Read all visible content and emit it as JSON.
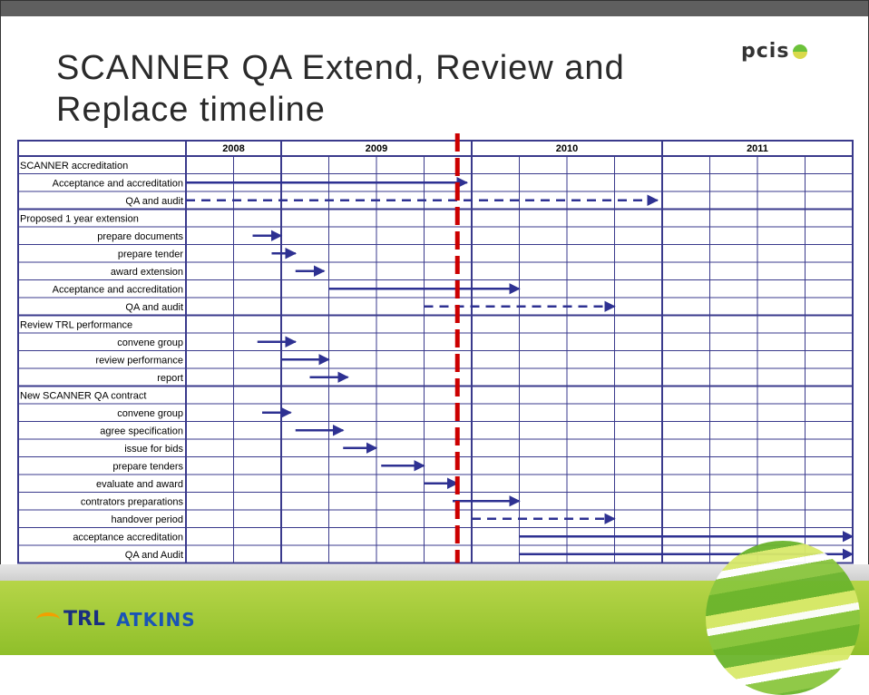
{
  "slide": {
    "title": "SCANNER QA Extend, Review and Replace timeline",
    "brand": "pcis",
    "footer_logos": [
      "TRL",
      "ATKINS"
    ]
  },
  "chart_data": {
    "type": "gantt",
    "title": "SCANNER QA Extend, Review and Replace timeline",
    "years": [
      "2008",
      "2009",
      "2010",
      "2011"
    ],
    "year_spans": [
      [
        0,
        2
      ],
      [
        2,
        6
      ],
      [
        6,
        10
      ],
      [
        10,
        14
      ]
    ],
    "period_count": 14,
    "current_marker": 5.7,
    "rows": [
      {
        "label": "SCANNER accreditation",
        "group": true
      },
      {
        "label": "Acceptance and accreditation",
        "start": 0.0,
        "end": 5.9,
        "style": "solid"
      },
      {
        "label": "QA and audit",
        "start": 0.0,
        "end": 9.9,
        "style": "dashed"
      },
      {
        "label": "Proposed 1 year extension",
        "group": true
      },
      {
        "label": "prepare documents",
        "start": 1.4,
        "end": 2.0,
        "style": "solid"
      },
      {
        "label": "prepare tender",
        "start": 1.8,
        "end": 2.3,
        "style": "solid"
      },
      {
        "label": "award extension",
        "start": 2.3,
        "end": 2.9,
        "style": "solid"
      },
      {
        "label": "Acceptance and accreditation",
        "start": 3.0,
        "end": 7.0,
        "style": "solid"
      },
      {
        "label": "QA and audit",
        "start": 5.0,
        "end": 9.0,
        "style": "dashed"
      },
      {
        "label": "Review TRL performance",
        "group": true
      },
      {
        "label": "convene group",
        "start": 1.5,
        "end": 2.3,
        "style": "solid"
      },
      {
        "label": "review performance",
        "start": 2.0,
        "end": 3.0,
        "style": "solid"
      },
      {
        "label": "report",
        "start": 2.6,
        "end": 3.4,
        "style": "solid"
      },
      {
        "label": "New SCANNER QA contract",
        "group": true
      },
      {
        "label": "convene group",
        "start": 1.6,
        "end": 2.2,
        "style": "solid"
      },
      {
        "label": "agree specification",
        "start": 2.3,
        "end": 3.3,
        "style": "solid"
      },
      {
        "label": "issue for bids",
        "start": 3.3,
        "end": 4.0,
        "style": "solid"
      },
      {
        "label": "prepare tenders",
        "start": 4.1,
        "end": 5.0,
        "style": "solid"
      },
      {
        "label": "evaluate and award",
        "start": 5.0,
        "end": 5.7,
        "style": "solid"
      },
      {
        "label": "contrators preparations",
        "start": 5.6,
        "end": 7.0,
        "style": "solid"
      },
      {
        "label": "handover period",
        "start": 6.0,
        "end": 9.0,
        "style": "dashed"
      },
      {
        "label": "acceptance accreditation",
        "start": 7.0,
        "end": 14.0,
        "style": "solid"
      },
      {
        "label": "QA and Audit",
        "start": 7.0,
        "end": 14.0,
        "style": "solid"
      }
    ]
  },
  "colors": {
    "grid": "#3a3a8c",
    "bar": "#2e3192",
    "marker": "#cc0000"
  }
}
